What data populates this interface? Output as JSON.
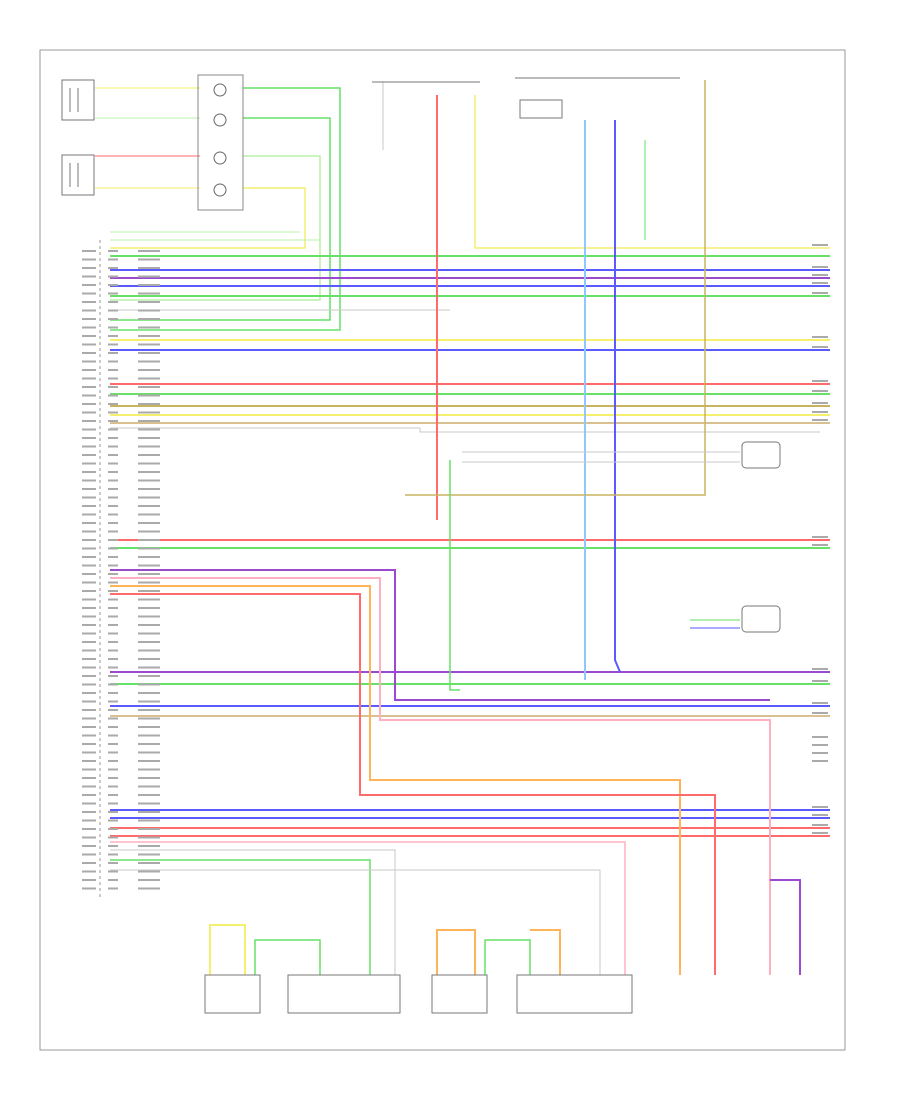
{
  "diagram": {
    "caption": "",
    "colors": {
      "red": "#ff6a6a",
      "pink": "#ffb0c0",
      "blue": "#5a5aff",
      "lightblue": "#8ec8ff",
      "green": "#66e066",
      "lightgreen": "#b8f0a8",
      "yellow": "#f5ef6e",
      "orange": "#ffb45a",
      "purple": "#9a4ad0",
      "gray": "#c8c8c8",
      "tan": "#d8c090",
      "olive": "#c8b460",
      "black": "#666666"
    },
    "components": [
      {
        "id": "tweeter-front-right",
        "icon": "speaker-icon"
      },
      {
        "id": "tweeter-front-left",
        "icon": "speaker-icon"
      },
      {
        "id": "connector-block",
        "icon": "connector-icon"
      },
      {
        "id": "audio-unit",
        "icon": "module-icon"
      },
      {
        "id": "power-antenna-amplifier",
        "icon": "module-icon"
      },
      {
        "id": "steering-switch",
        "icon": "switch-icon"
      },
      {
        "id": "right-front-door-speaker",
        "icon": "speaker-icon"
      },
      {
        "id": "right-front-door-speaker-unit",
        "icon": "module-icon"
      },
      {
        "id": "left-front-door-speaker",
        "icon": "speaker-icon"
      },
      {
        "id": "left-front-door-speaker-unit",
        "icon": "module-icon"
      },
      {
        "id": "right-rear-speaker",
        "icon": "speaker-icon"
      },
      {
        "id": "left-rear-speaker",
        "icon": "speaker-icon"
      }
    ]
  }
}
